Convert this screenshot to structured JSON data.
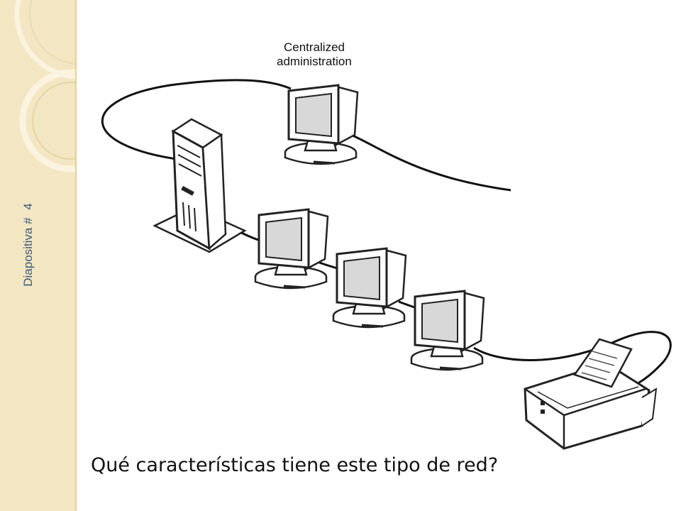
{
  "slide": {
    "number_prefix": "Diapositiva #",
    "number": "4"
  },
  "diagram": {
    "admin_label_line1": "Centralized",
    "admin_label_line2": "administration"
  },
  "caption": "Qué características tiene este tipo de red?"
}
